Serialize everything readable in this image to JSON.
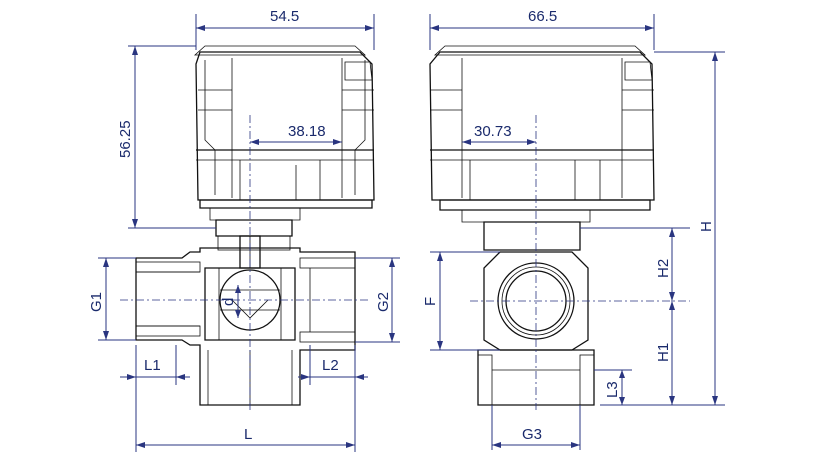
{
  "dimensions": {
    "front_top_width": "54.5",
    "side_top_width": "66.5",
    "actuator_height": "56.25",
    "front_offset": "38.18",
    "side_offset": "30.73",
    "overall_height": "H",
    "stem_height": "H2",
    "center_height": "H1",
    "flat_dim": "F",
    "bottom_thread_length": "L3",
    "bottom_thread": "G3",
    "left_thread": "G1",
    "right_thread": "G2",
    "ball_bore": "d",
    "left_thread_length": "L1",
    "right_thread_length": "L2",
    "overall_length": "L"
  }
}
